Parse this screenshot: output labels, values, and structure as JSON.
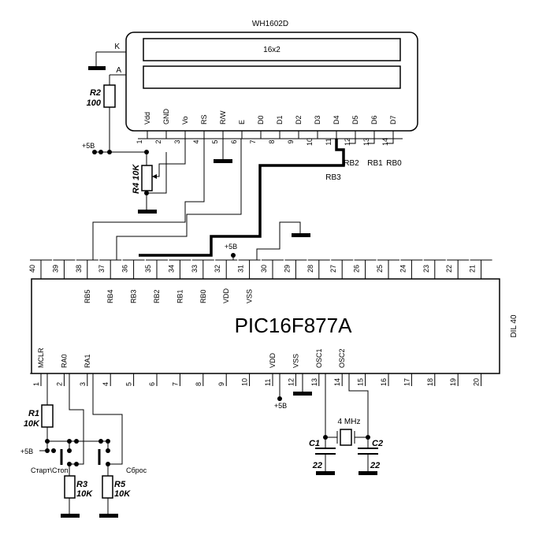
{
  "lcd": {
    "model": "WH1602D",
    "screen": "16x2",
    "k_label": "K",
    "a_label": "A",
    "pins": [
      {
        "num": "1",
        "name": "Vdd"
      },
      {
        "num": "2",
        "name": "GND"
      },
      {
        "num": "3",
        "name": "Vo"
      },
      {
        "num": "4",
        "name": "RS"
      },
      {
        "num": "5",
        "name": "R/W"
      },
      {
        "num": "6",
        "name": "E"
      },
      {
        "num": "7",
        "name": "D0"
      },
      {
        "num": "8",
        "name": "D1"
      },
      {
        "num": "9",
        "name": "D2"
      },
      {
        "num": "10",
        "name": "D3"
      },
      {
        "num": "11",
        "name": "D4"
      },
      {
        "num": "12",
        "name": "D5"
      },
      {
        "num": "13",
        "name": "D6"
      },
      {
        "num": "14",
        "name": "D7"
      }
    ]
  },
  "bus_labels": {
    "rb2": "RB2",
    "rb1": "RB1",
    "rb0": "RB0",
    "rb3": "RB3"
  },
  "power": {
    "plus5": "+5В"
  },
  "components": {
    "r2_name": "R2",
    "r2_value": "100",
    "r4_name": "R4",
    "r4_value": "10K",
    "r1_name": "R1",
    "r1_value": "10K",
    "r3_name": "R3",
    "r3_value": "10K",
    "r5_name": "R5",
    "r5_value": "10K",
    "c1_name": "C1",
    "c1_value": "22",
    "c2_name": "C2",
    "c2_value": "22",
    "crystal": "4 MHz",
    "btn_start": "Старт\\Стоп",
    "btn_reset": "Сброс"
  },
  "mcu": {
    "name": "PIC16F877A",
    "package": "DIL 40",
    "top_pins": [
      "40",
      "39",
      "38",
      "37",
      "36",
      "35",
      "34",
      "33",
      "32",
      "31",
      "30",
      "29",
      "28",
      "27",
      "26",
      "25",
      "24",
      "23",
      "22",
      "21"
    ],
    "top_labels": {
      "38": "RB5",
      "37": "RB4",
      "36": "RB3",
      "35": "RB2",
      "34": "RB1",
      "33": "RB0",
      "32": "VDD",
      "31": "VSS"
    },
    "bottom_pins": [
      "1",
      "2",
      "3",
      "4",
      "5",
      "6",
      "7",
      "8",
      "9",
      "10",
      "11",
      "12",
      "13",
      "14",
      "15",
      "16",
      "17",
      "18",
      "19",
      "20"
    ],
    "bottom_labels": {
      "1": "MCLR",
      "2": "RA0",
      "3": "RA1",
      "11": "VDD",
      "12": "VSS",
      "13": "OSC1",
      "14": "OSC2"
    }
  }
}
